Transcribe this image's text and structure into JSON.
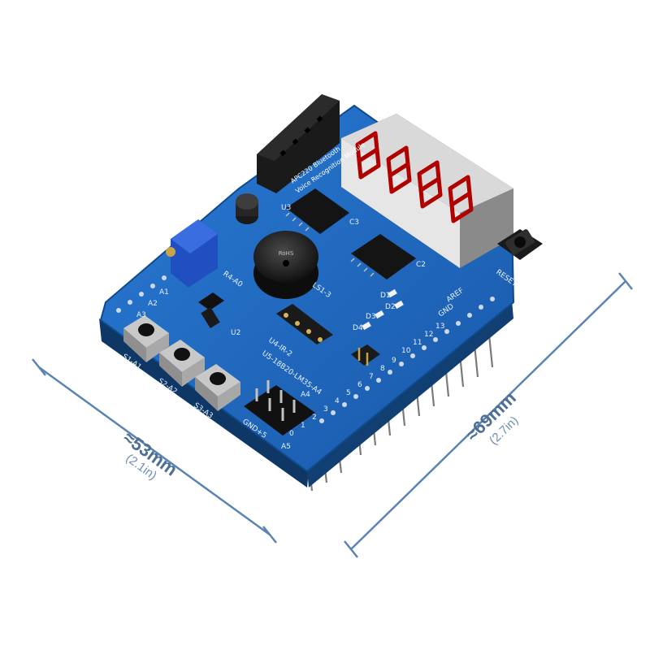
{
  "dimensions": {
    "width": {
      "label": "≈53mm",
      "sub": "(2.1in)"
    },
    "height": {
      "label": "≈69mm",
      "sub": "(2.7in)"
    }
  },
  "board": {
    "module_text_1": "APC220 Bluetooth",
    "module_text_2": "Voice Recognition Module",
    "reset_label": "RESET",
    "button_labels": [
      "S1-A1",
      "S2-A2",
      "S3-A3"
    ],
    "pot_label": "R4-A0",
    "buzzer_label": "LS1-3",
    "chip_labels": [
      "U3",
      "U2",
      "C3",
      "C2"
    ],
    "led_labels": [
      "D1",
      "D2",
      "D3",
      "D4"
    ],
    "header_labels": [
      "U4-IR-2",
      "U5-18B20-LM35-A4"
    ],
    "pin_labels": [
      "AREF",
      "GND",
      "13",
      "12",
      "11",
      "10",
      "9",
      "8",
      "7",
      "6",
      "5",
      "4",
      "3",
      "2",
      "1",
      "0"
    ],
    "left_pins": [
      "A1",
      "A2",
      "A3",
      "A4",
      "A5"
    ],
    "gnd_label": "GND+5",
    "buzzer_marking": "RoHS",
    "colors": {
      "pcb": "#1f6dc4",
      "pcb_dark": "#144f93",
      "dim_line": "#5b84b1"
    }
  }
}
